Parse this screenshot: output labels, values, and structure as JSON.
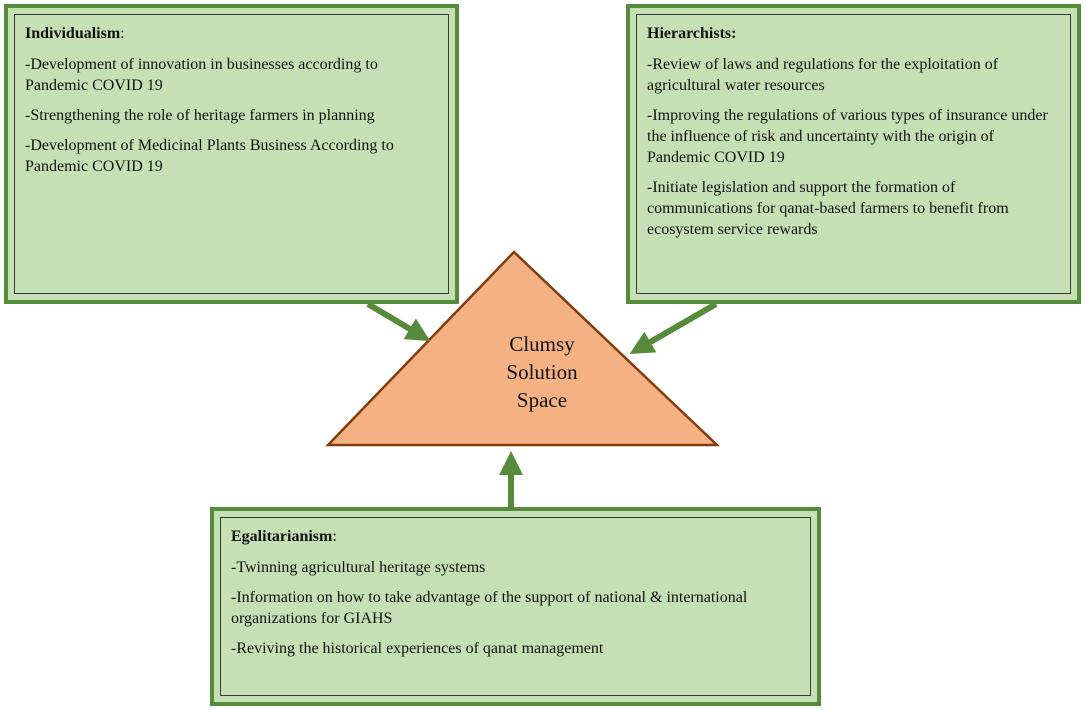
{
  "colors": {
    "box_fill": "#c5e0b4",
    "box_border": "#558b3a",
    "arrow": "#558b3a",
    "triangle_fill": "#f4b183",
    "triangle_border": "#843c0c"
  },
  "individualism": {
    "title": "Individualism",
    "title_suffix": ":",
    "items": [
      "-Development of innovation in businesses according to Pandemic COVID 19",
      "-Strengthening the role of heritage farmers in planning",
      "-Development of Medicinal Plants Business According to Pandemic COVID 19"
    ]
  },
  "hierarchists": {
    "title": "Hierarchists:",
    "title_suffix": "",
    "items": [
      "-Review of laws and regulations for the exploitation of agricultural water resources",
      "-Improving the regulations of various types of insurance under the influence of risk and uncertainty with the origin of Pandemic COVID 19",
      "-Initiate legislation and support the formation of communications for qanat-based farmers to benefit from ecosystem service rewards"
    ]
  },
  "egalitarianism": {
    "title": "Egalitarianism",
    "title_suffix": ":",
    "items": [
      "-Twinning agricultural heritage systems",
      "-Information on how to take advantage of the support of national & international organizations for GIAHS",
      "-Reviving the historical experiences of qanat management"
    ]
  },
  "center": {
    "lines": [
      "Clumsy",
      "Solution",
      "Space"
    ]
  }
}
